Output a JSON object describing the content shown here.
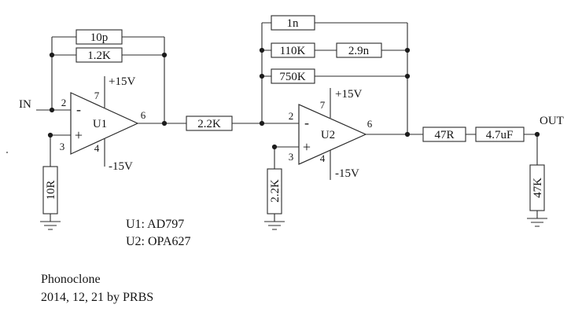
{
  "labels": {
    "in": "IN",
    "out": "OUT"
  },
  "u1": {
    "ref": "U1",
    "inv": "-",
    "noninv": "+",
    "pin2": "2",
    "pin3": "3",
    "pin4": "4",
    "pin6": "6",
    "pin7": "7",
    "vpos": "+15V",
    "vneg": "-15V"
  },
  "u2": {
    "ref": "U2",
    "inv": "-",
    "noninv": "+",
    "pin2": "2",
    "pin3": "3",
    "pin4": "4",
    "pin6": "6",
    "pin7": "7",
    "vpos": "+15V",
    "vneg": "-15V"
  },
  "components": {
    "c10p": "10p",
    "r1k2": "1.2K",
    "r10r": "10R",
    "r2k2a": "2.2K",
    "c1n": "1n",
    "r110k": "110K",
    "c2n9": "2.9n",
    "r750k": "750K",
    "r2k2b": "2.2K",
    "r47r": "47R",
    "c4u7": "4.7uF",
    "r47k": "47K"
  },
  "notes": {
    "u1_part": "U1: AD797",
    "u2_part": "U2: OPA627",
    "title": "Phonoclone",
    "date": "2014, 12, 21 by PRBS"
  }
}
